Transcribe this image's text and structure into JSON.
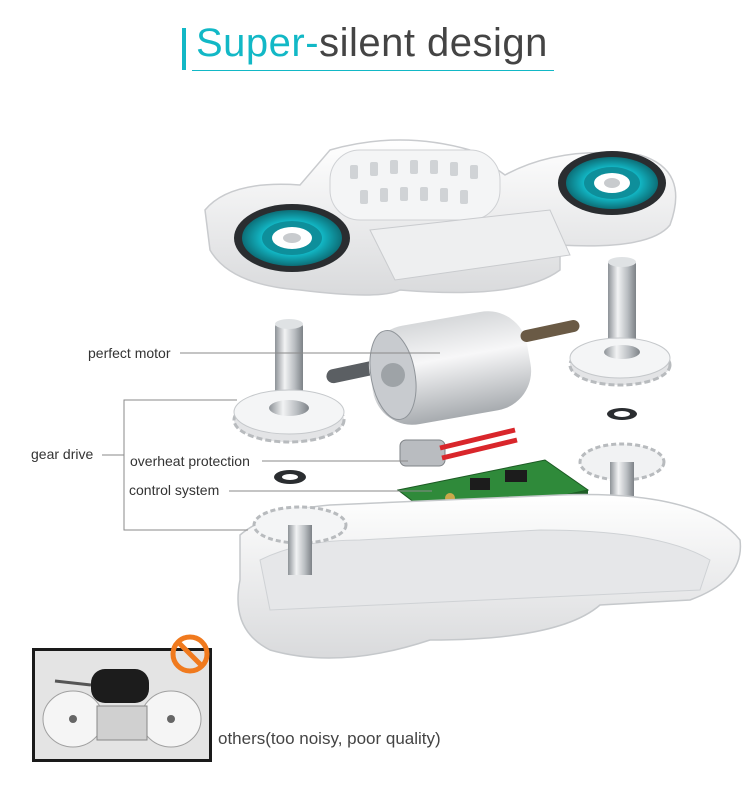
{
  "title": {
    "accent": "Super-",
    "rest": "silent design"
  },
  "labels": {
    "perfect_motor": "perfect motor",
    "gear_drive": "gear drive",
    "overheat_protection": "overheat protection",
    "control_system": "control system"
  },
  "comparison": {
    "caption": "others(too noisy, poor quality)",
    "prohibit_icon": "prohibited-icon"
  },
  "colors": {
    "accent": "#12b8c6",
    "prohibit": "#f07a1e",
    "pcb": "#2f8a3a"
  }
}
